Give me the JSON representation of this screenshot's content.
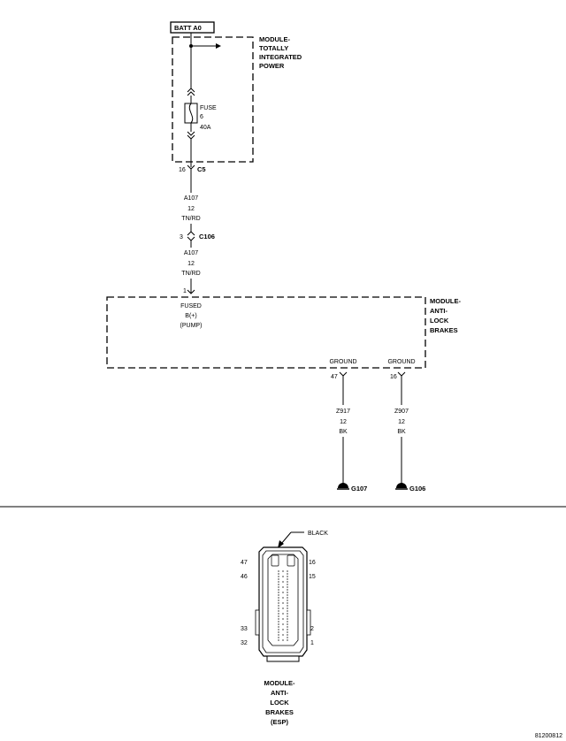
{
  "batt_label": "BATT A0",
  "tipm": {
    "lines": [
      "MODULE-",
      "TOTALLY",
      "INTEGRATED",
      "POWER"
    ]
  },
  "fuse": {
    "label": "FUSE",
    "number": "6",
    "rating": "40A"
  },
  "c5": {
    "pin": "16",
    "name": "C5"
  },
  "wire_a107_top": {
    "circuit": "A107",
    "gauge": "12",
    "color": "TN/RD"
  },
  "c106": {
    "pin": "3",
    "name": "C106"
  },
  "wire_a107_bottom": {
    "circuit": "A107",
    "gauge": "12",
    "color": "TN/RD"
  },
  "abs_pin1": {
    "pin": "1",
    "lines": [
      "FUSED",
      "B(+)",
      "(PUMP)"
    ]
  },
  "abs_module": {
    "lines": [
      "MODULE-",
      "ANTI-",
      "LOCK",
      "BRAKES"
    ]
  },
  "ground_left": {
    "label": "GROUND",
    "pin": "47",
    "circuit": "Z917",
    "gauge": "12",
    "color": "BK",
    "ground": "G107"
  },
  "ground_right": {
    "label": "GROUND",
    "pin": "16",
    "circuit": "Z907",
    "gauge": "12",
    "color": "BK",
    "ground": "G106"
  },
  "connector": {
    "color_label": "BLACK",
    "left_pins": {
      "top1": "47",
      "top2": "46",
      "bottom1": "33",
      "bottom2": "32"
    },
    "right_pins": {
      "top1": "16",
      "top2": "15",
      "bottom1": "2",
      "bottom2": "1"
    },
    "caption": [
      "MODULE-",
      "ANTI-",
      "LOCK",
      "BRAKES",
      "(ESP)"
    ]
  },
  "figure_id": "81200812"
}
